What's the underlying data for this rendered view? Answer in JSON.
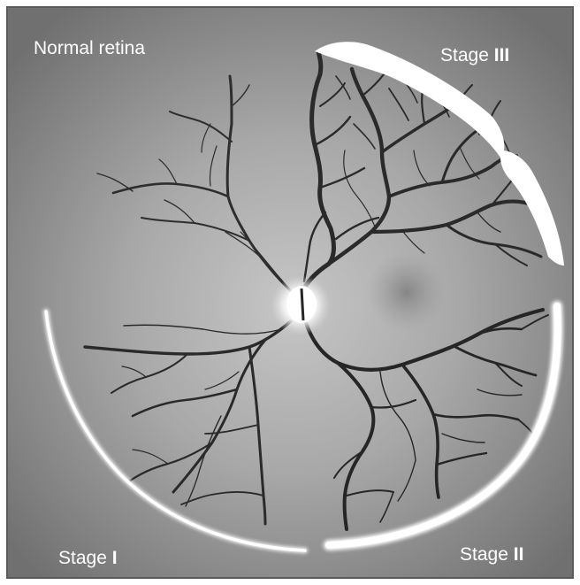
{
  "labels": {
    "normal": "Normal retina",
    "stage1": {
      "word": "Stage",
      "numeral": "I"
    },
    "stage2": {
      "word": "Stage",
      "numeral": "II"
    },
    "stage3": {
      "word": "Stage",
      "numeral": "III"
    }
  },
  "colors": {
    "frame": "#4a4a4a",
    "fundus_light": "#c2c2c2",
    "fundus_dark": "#7c7c7c",
    "vessel": "#2a2a2a",
    "ridge": "#ffffff",
    "text": "#ffffff"
  }
}
